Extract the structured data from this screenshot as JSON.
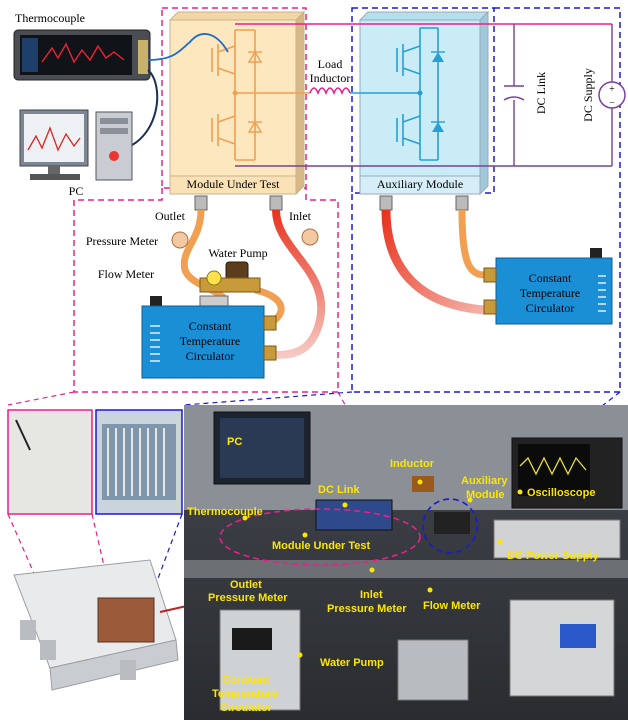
{
  "schematic": {
    "thermocouple_label": "Thermocouple",
    "pc_label": "PC",
    "module_under_test": "Module Under Test",
    "auxiliary_module": "Auxiliary Module",
    "load_inductor_line1": "Load",
    "load_inductor_line2": "Inductor",
    "dc_link": "DC Link",
    "dc_supply": "DC Supply",
    "outlet": "Outlet",
    "inlet": "Inlet",
    "pressure_meter": "Pressure Meter",
    "water_pump": "Water Pump",
    "flow_meter": "Flow Meter",
    "circulator_line1": "Constant",
    "circulator_line2": "Temperature",
    "circulator_line3": "Circulator",
    "plus": "+",
    "minus": "−"
  },
  "photo": {
    "pc": "PC",
    "inductor": "Inductor",
    "dc_link": "DC Link",
    "auxiliary_line1": "Auxiliary",
    "auxiliary_line2": "Module",
    "oscilloscope": "Oscilloscope",
    "thermocouple": "Thermocouple",
    "module_under_test": "Module Under Test",
    "dc_power_supply": "DC Power Supply",
    "outlet_line1": "Outlet",
    "outlet_line2": "Pressure Meter",
    "inlet_line1": "Inlet",
    "inlet_line2": "Pressure Meter",
    "flow_meter": "Flow Meter",
    "water_pump": "Water Pump",
    "circulator_line1": "Constant",
    "circulator_line2": "Temperature",
    "circulator_line3": "Circulator"
  },
  "colors": {
    "magenta_dash": "#e8208a",
    "blue_dash": "#1a1ad0",
    "module_fill": "#fde7bf",
    "aux_fill": "#c9ecf6",
    "circulator": "#1a8fd6",
    "photo_label": "#ffe600"
  }
}
